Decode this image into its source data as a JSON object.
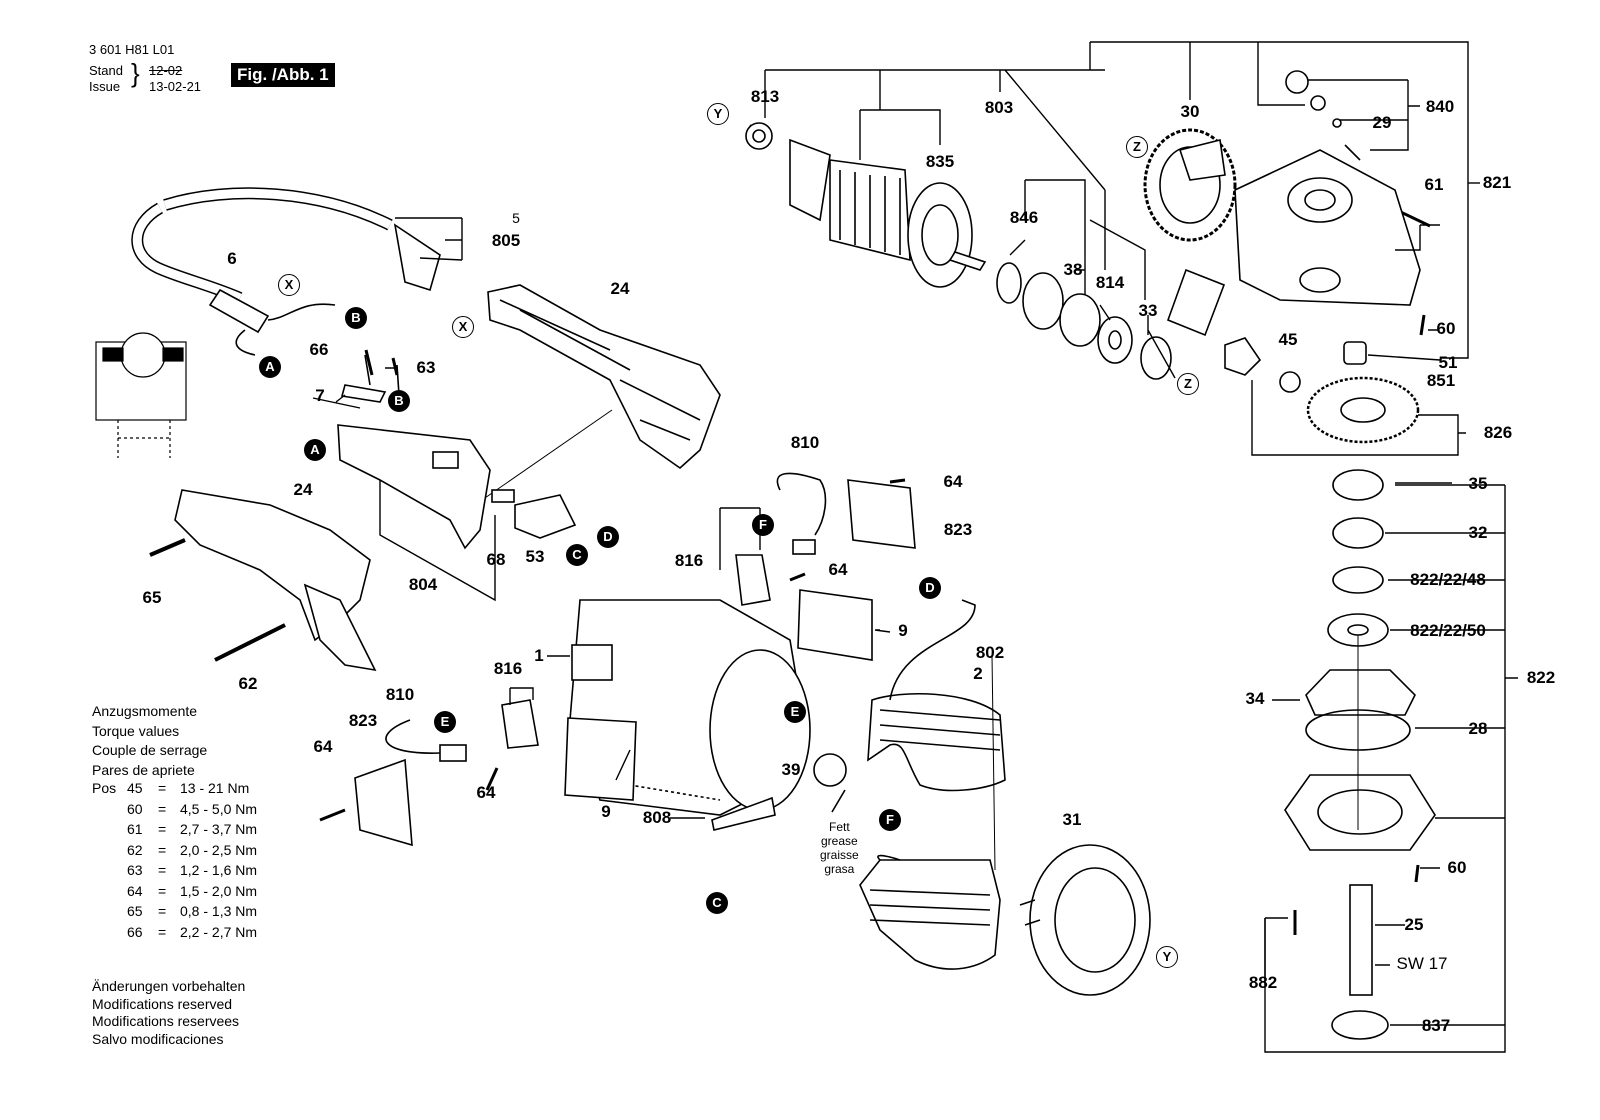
{
  "header": {
    "doc_number": "3 601 H81 L01",
    "stand_label": "Stand",
    "issue_label": "Issue",
    "old_date": "12-02",
    "date": "13-02-21",
    "figure_label": "Fig. /Abb. 1"
  },
  "torque": {
    "titles": [
      "Anzugsmomente",
      "Torque values",
      "Couple de serrage",
      "Pares de apriete"
    ],
    "pos_label": "Pos",
    "rows": [
      {
        "pos": "45",
        "eq": "=",
        "value": "13 - 21 Nm"
      },
      {
        "pos": "60",
        "eq": "=",
        "value": "4,5 - 5,0 Nm"
      },
      {
        "pos": "61",
        "eq": "=",
        "value": "2,7 - 3,7 Nm"
      },
      {
        "pos": "62",
        "eq": "=",
        "value": "2,0 - 2,5 Nm"
      },
      {
        "pos": "63",
        "eq": "=",
        "value": "1,2 - 1,6 Nm"
      },
      {
        "pos": "64",
        "eq": "=",
        "value": "1,5 - 2,0 Nm"
      },
      {
        "pos": "65",
        "eq": "=",
        "value": "0,8 - 1,3 Nm"
      },
      {
        "pos": "66",
        "eq": "=",
        "value": "2,2 - 2,7 Nm"
      }
    ]
  },
  "notes": [
    "Änderungen vorbehalten",
    "Modifications reserved",
    "Modifications reservees",
    "Salvo modificaciones"
  ],
  "grease_note": [
    "Fett",
    "grease",
    "graisse",
    "grasa"
  ],
  "part_labels": {
    "p1": "1",
    "p2": "2",
    "p5": "5",
    "p6": "6",
    "p7": "7",
    "p9a": "9",
    "p9b": "9",
    "p24a": "24",
    "p24b": "24",
    "p25": "25",
    "p28": "28",
    "p29": "29",
    "p30": "30",
    "p31": "31",
    "p32": "32",
    "p33": "33",
    "p34": "34",
    "p35": "35",
    "p38": "38",
    "p39": "39",
    "p45": "45",
    "p51": "51",
    "p53": "53",
    "p60a": "60",
    "p60b": "60",
    "p61": "61",
    "p62": "62",
    "p63": "63",
    "p64a": "64",
    "p64b": "64",
    "p64c": "64",
    "p64d": "64",
    "p65": "65",
    "p66": "66",
    "p68": "68",
    "p802": "802",
    "p803": "803",
    "p804": "804",
    "p805": "805",
    "p808": "808",
    "p810a": "810",
    "p810b": "810",
    "p813": "813",
    "p814": "814",
    "p816a": "816",
    "p816b": "816",
    "p821": "821",
    "p822": "822",
    "p822_22_48": "822/22/48",
    "p822_22_50": "822/22/50",
    "p823a": "823",
    "p823b": "823",
    "p826": "826",
    "p835": "835",
    "p837": "837",
    "p840": "840",
    "p846": "846",
    "p851": "851",
    "p882": "882",
    "sw17": "SW 17"
  },
  "markers": {
    "A": "A",
    "B": "B",
    "C": "C",
    "D": "D",
    "E": "E",
    "F": "F",
    "X": "X",
    "Y": "Y",
    "Z": "Z"
  }
}
